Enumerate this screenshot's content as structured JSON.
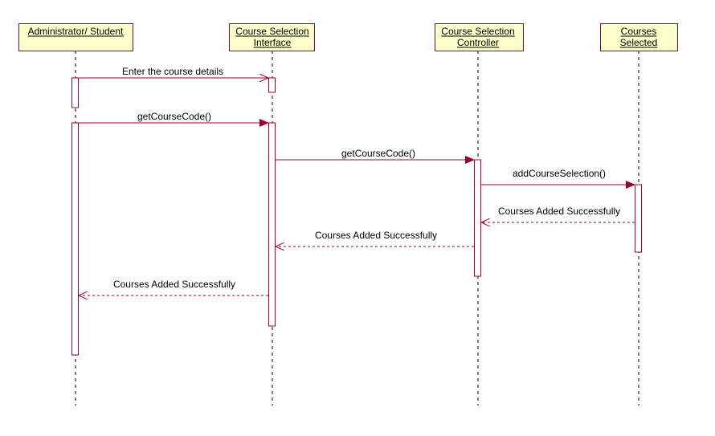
{
  "colors": {
    "box_fill": "#ffffcc",
    "box_stroke": "#990033",
    "line": "#990033",
    "text": "#000000"
  },
  "participants": [
    {
      "id": "admin",
      "lines": [
        "Administrator/ Student"
      ]
    },
    {
      "id": "ui",
      "lines": [
        "Course Selection",
        "Interface"
      ]
    },
    {
      "id": "ctrl",
      "lines": [
        "Course Selection",
        "Controller"
      ]
    },
    {
      "id": "sel",
      "lines": [
        "Courses",
        "Selected"
      ]
    }
  ],
  "messages": [
    {
      "id": "m1",
      "from": "admin",
      "to": "ui",
      "type": "async",
      "label": "Enter the course details"
    },
    {
      "id": "m2",
      "from": "admin",
      "to": "ui",
      "type": "sync",
      "label": "getCourseCode()"
    },
    {
      "id": "m3",
      "from": "ui",
      "to": "ctrl",
      "type": "sync",
      "label": "getCourseCode()"
    },
    {
      "id": "m4",
      "from": "ctrl",
      "to": "sel",
      "type": "sync",
      "label": "addCourseSelection()"
    },
    {
      "id": "m5",
      "from": "sel",
      "to": "ctrl",
      "type": "return",
      "label": "Courses Added Successfully"
    },
    {
      "id": "m6",
      "from": "ctrl",
      "to": "ui",
      "type": "return",
      "label": "Courses Added Successfully"
    },
    {
      "id": "m7",
      "from": "ui",
      "to": "admin",
      "type": "return",
      "label": "Courses Added Successfully"
    }
  ]
}
